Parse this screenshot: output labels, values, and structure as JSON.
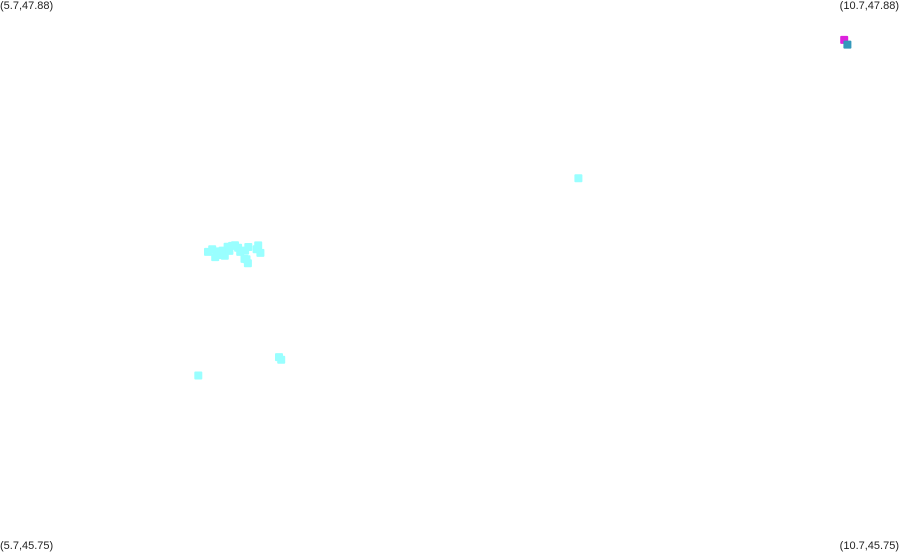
{
  "corners": {
    "top_left": "(5.7,47.88)",
    "top_right": "(10.7,47.88)",
    "bottom_left": "(5.7,45.75)",
    "bottom_right": "(10.7,45.75)"
  },
  "extent": {
    "lon_min": 5.7,
    "lon_max": 10.7,
    "lat_min": 45.75,
    "lat_max": 47.88
  },
  "colors": {
    "background": "#ffffff",
    "point_default": "#99ffff",
    "point_magenta": "#dd22dd",
    "point_teal": "#3399bb"
  },
  "points": [
    {
      "lon": 6.857,
      "lat": 46.908,
      "color": "cyan"
    },
    {
      "lon": 6.88,
      "lat": 46.918,
      "color": "cyan"
    },
    {
      "lon": 6.897,
      "lat": 46.888,
      "color": "cyan"
    },
    {
      "lon": 6.907,
      "lat": 46.91,
      "color": "cyan"
    },
    {
      "lon": 6.921,
      "lat": 46.896,
      "color": "cyan"
    },
    {
      "lon": 6.938,
      "lat": 46.913,
      "color": "cyan"
    },
    {
      "lon": 6.95,
      "lat": 46.893,
      "color": "cyan"
    },
    {
      "lon": 6.966,
      "lat": 46.928,
      "color": "cyan"
    },
    {
      "lon": 6.976,
      "lat": 46.912,
      "color": "cyan"
    },
    {
      "lon": 6.991,
      "lat": 46.931,
      "color": "cyan"
    },
    {
      "lon": 7.007,
      "lat": 46.934,
      "color": "cyan"
    },
    {
      "lon": 7.024,
      "lat": 46.924,
      "color": "cyan"
    },
    {
      "lon": 7.036,
      "lat": 46.908,
      "color": "cyan"
    },
    {
      "lon": 7.063,
      "lat": 46.913,
      "color": "cyan"
    },
    {
      "lon": 7.081,
      "lat": 46.927,
      "color": "cyan"
    },
    {
      "lon": 7.06,
      "lat": 46.881,
      "color": "cyan"
    },
    {
      "lon": 7.071,
      "lat": 46.88,
      "color": "cyan"
    },
    {
      "lon": 7.079,
      "lat": 46.864,
      "color": "cyan"
    },
    {
      "lon": 7.127,
      "lat": 46.918,
      "color": "cyan"
    },
    {
      "lon": 7.136,
      "lat": 46.933,
      "color": "cyan"
    },
    {
      "lon": 7.148,
      "lat": 46.904,
      "color": "cyan"
    },
    {
      "lon": 7.252,
      "lat": 46.502,
      "color": "cyan"
    },
    {
      "lon": 7.264,
      "lat": 46.492,
      "color": "cyan"
    },
    {
      "lon": 6.803,
      "lat": 46.431,
      "color": "cyan"
    },
    {
      "lon": 8.917,
      "lat": 47.192,
      "color": "cyan"
    },
    {
      "lon": 10.395,
      "lat": 47.726,
      "color": "magenta"
    },
    {
      "lon": 10.413,
      "lat": 47.708,
      "color": "teal"
    }
  ]
}
